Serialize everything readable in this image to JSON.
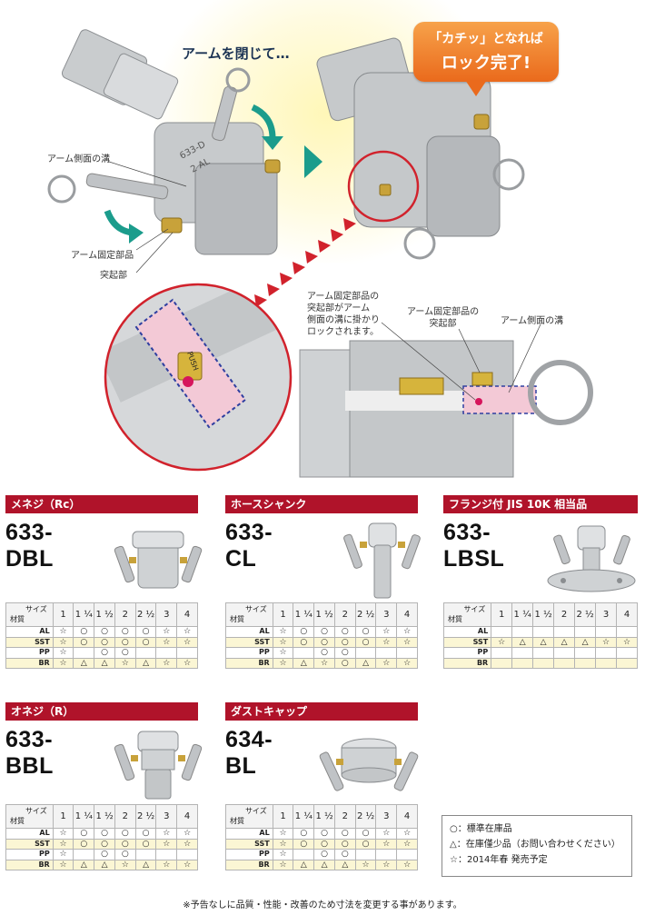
{
  "hero": {
    "headline": "アームを閉じて…",
    "callout_line1": "「カチッ」となれば",
    "callout_line2": "ロック完了!",
    "labels": {
      "arm_groove": "アーム側面の溝",
      "arm_fixing_part": "アーム固定部品",
      "protrusion": "突起部",
      "lock_note_1": "アーム固定部品の",
      "lock_note_2": "突起部がアーム",
      "lock_note_3": "側面の溝に掛かり",
      "lock_note_4": "ロックされます。",
      "detail_fixing_1": "アーム固定部品の",
      "detail_fixing_2": "突起部",
      "detail_groove": "アーム側面の溝"
    },
    "part_marking_1": "633-D",
    "part_marking_2": "2 AL",
    "push_label": "PUSH"
  },
  "sizes": [
    "1",
    "1 ¼",
    "1 ½",
    "2",
    "2 ½",
    "3",
    "4"
  ],
  "table_corner": {
    "size": "サイズ",
    "material": "材質"
  },
  "products": [
    {
      "category": "メネジ（Rc）",
      "model": "633-DBL",
      "rows": [
        {
          "material": "AL",
          "cells": [
            "☆",
            "○",
            "○",
            "○",
            "○",
            "☆",
            "☆"
          ]
        },
        {
          "material": "SST",
          "cells": [
            "☆",
            "○",
            "○",
            "○",
            "○",
            "☆",
            "☆"
          ]
        },
        {
          "material": "PP",
          "cells": [
            "☆",
            "",
            "○",
            "○",
            "",
            "",
            ""
          ]
        },
        {
          "material": "BR",
          "cells": [
            "☆",
            "△",
            "△",
            "☆",
            "△",
            "☆",
            "☆"
          ]
        }
      ]
    },
    {
      "category": "ホースシャンク",
      "model": "633-CL",
      "rows": [
        {
          "material": "AL",
          "cells": [
            "☆",
            "○",
            "○",
            "○",
            "○",
            "☆",
            "☆"
          ]
        },
        {
          "material": "SST",
          "cells": [
            "☆",
            "○",
            "○",
            "○",
            "○",
            "☆",
            "☆"
          ]
        },
        {
          "material": "PP",
          "cells": [
            "☆",
            "",
            "○",
            "○",
            "",
            "",
            ""
          ]
        },
        {
          "material": "BR",
          "cells": [
            "☆",
            "△",
            "☆",
            "○",
            "△",
            "☆",
            "☆"
          ]
        }
      ]
    },
    {
      "category": "フランジ付 JIS 10K 相当品",
      "model": "633-LBSL",
      "rows": [
        {
          "material": "AL",
          "cells": [
            "",
            "",
            "",
            "",
            "",
            "",
            ""
          ]
        },
        {
          "material": "SST",
          "cells": [
            "☆",
            "△",
            "△",
            "△",
            "△",
            "☆",
            "☆"
          ]
        },
        {
          "material": "PP",
          "cells": [
            "",
            "",
            "",
            "",
            "",
            "",
            ""
          ]
        },
        {
          "material": "BR",
          "cells": [
            "",
            "",
            "",
            "",
            "",
            "",
            ""
          ]
        }
      ]
    },
    {
      "category": "オネジ（R）",
      "model": "633-BBL",
      "rows": [
        {
          "material": "AL",
          "cells": [
            "☆",
            "○",
            "○",
            "○",
            "○",
            "☆",
            "☆"
          ]
        },
        {
          "material": "SST",
          "cells": [
            "☆",
            "○",
            "○",
            "○",
            "○",
            "☆",
            "☆"
          ]
        },
        {
          "material": "PP",
          "cells": [
            "☆",
            "",
            "○",
            "○",
            "",
            "",
            ""
          ]
        },
        {
          "material": "BR",
          "cells": [
            "☆",
            "△",
            "△",
            "☆",
            "△",
            "☆",
            "☆"
          ]
        }
      ]
    },
    {
      "category": "ダストキャップ",
      "model": "634-BL",
      "rows": [
        {
          "material": "AL",
          "cells": [
            "☆",
            "○",
            "○",
            "○",
            "○",
            "☆",
            "☆"
          ]
        },
        {
          "material": "SST",
          "cells": [
            "☆",
            "○",
            "○",
            "○",
            "○",
            "☆",
            "☆"
          ]
        },
        {
          "material": "PP",
          "cells": [
            "☆",
            "",
            "○",
            "○",
            "",
            "",
            ""
          ]
        },
        {
          "material": "BR",
          "cells": [
            "☆",
            "△",
            "△",
            "△",
            "☆",
            "☆",
            "☆"
          ]
        }
      ]
    }
  ],
  "legend": {
    "standard": "○：標準在庫品",
    "limited": "△：在庫僅少品（お問い合わせください）",
    "planned": "☆：2014年春 発売予定"
  },
  "footnote": "※予告なしに品質・性能・改善のため寸法を変更する事があります。",
  "colors": {
    "category_tag": "#b0132a",
    "callout": "#ee7a22",
    "arrow_teal": "#1b9c8c",
    "arrow_red": "#d1222c",
    "row_highlight": "#fbf6d4"
  }
}
